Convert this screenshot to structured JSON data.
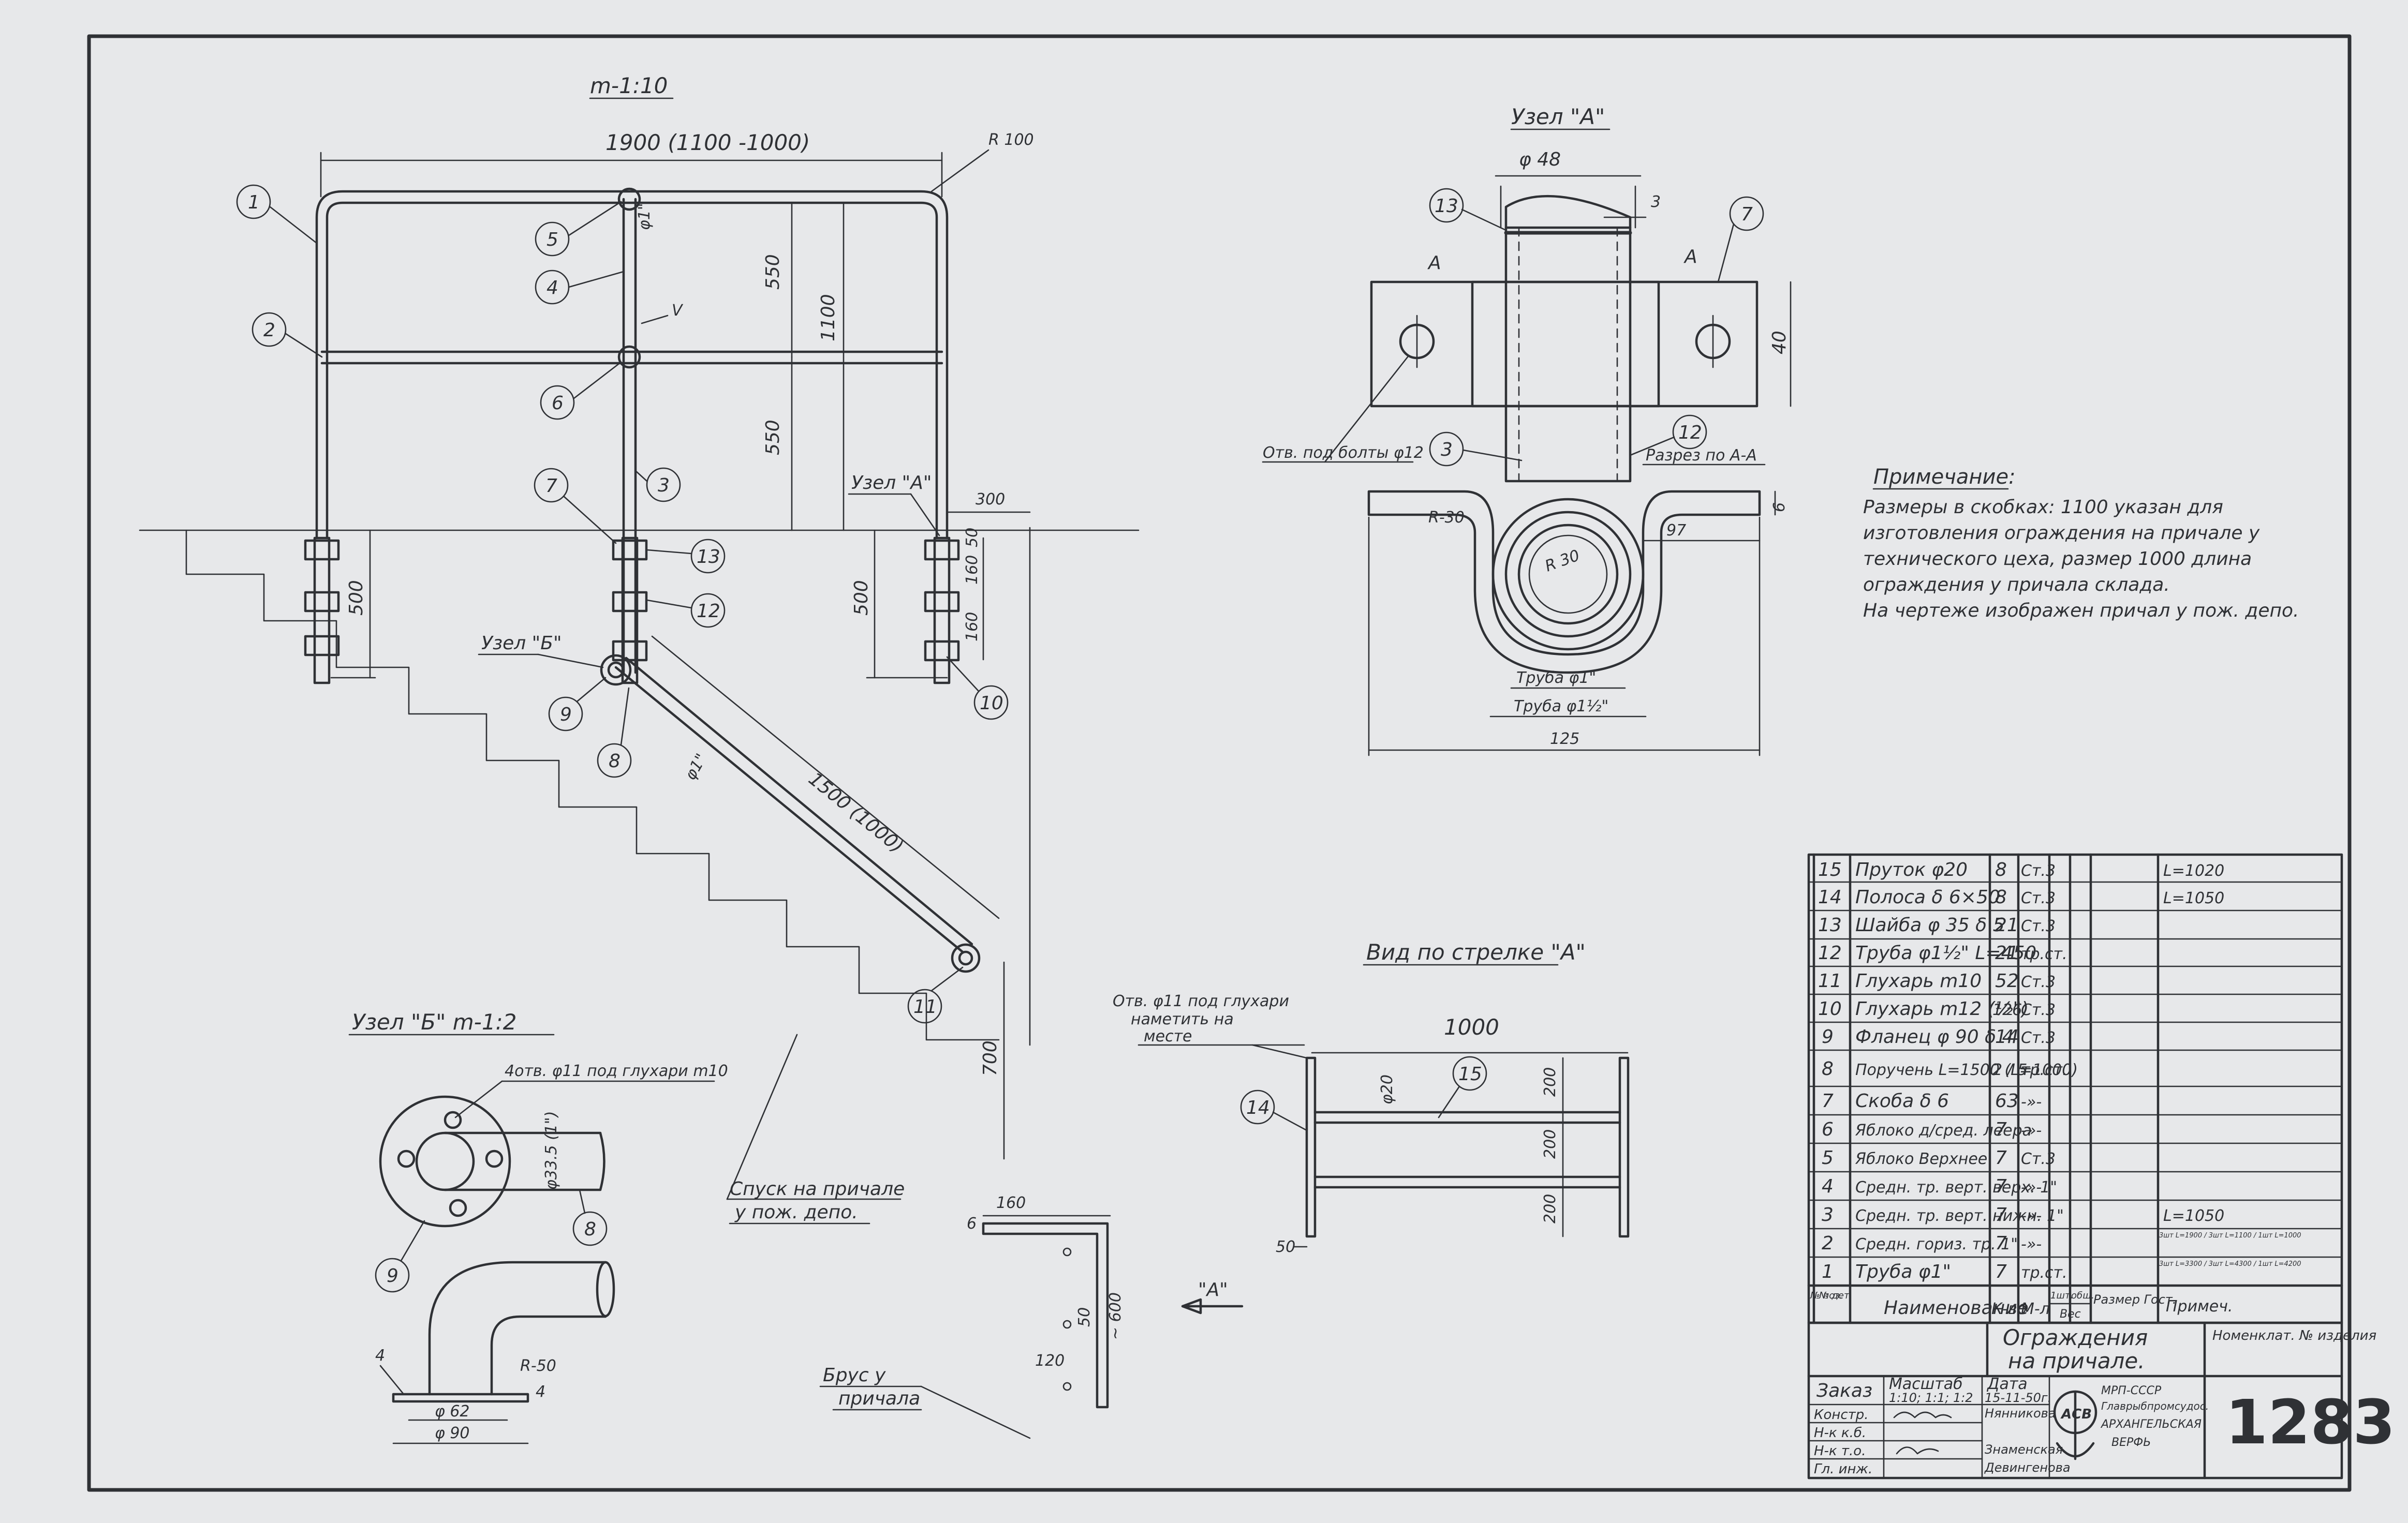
{
  "main_view": {
    "scale": "m-1:10",
    "overall_dim": "1900 (1100 -1000)",
    "radius": "R 100",
    "h550a": "550",
    "h550b": "550",
    "h1100": "1100",
    "h500a": "500",
    "h500b": "500",
    "h160a": "160",
    "h160b": "160",
    "h50": "50",
    "h300": "300",
    "h700": "700",
    "sloped_len": "1500 (1000)",
    "diam_pipe": "φ1\"",
    "diam_pipe2": "φ1\"",
    "weld": "V",
    "callout_a": "Узел \"А\"",
    "callout_b": "Узел \"Б\"",
    "ladder_note1": "Спуск на причале",
    "ladder_note2": "у пож. депо."
  },
  "balloons": [
    "1",
    "2",
    "3",
    "4",
    "5",
    "6",
    "7",
    "8",
    "9",
    "10",
    "11",
    "12",
    "13"
  ],
  "node_a": {
    "title": "Узел \"А\"",
    "d48": "φ 48",
    "dim3": "3",
    "dim40": "40",
    "sec_a1": "А",
    "sec_a2": "А",
    "hole_note": "Отв. под болты φ12",
    "section_label": "Разрез по А-А",
    "r30": "R-30",
    "r30b": "R 30",
    "dim6": "6",
    "dim97": "97",
    "tube1": "Труба φ1\"",
    "tube15": "Труба φ1½\"",
    "dim125": "125"
  },
  "note": {
    "title": "Примечание:",
    "lines": [
      "Размеры в скобках: 1100 указан для",
      "изготовления ограждения на причале у",
      "технического цеха, размер 1000 длина",
      "ограждения у причала склада.",
      "На чертеже изображен причал у пож. депо."
    ]
  },
  "node_b": {
    "title": "Узел \"Б\" m-1:2",
    "holes": "4отв. φ11 под глухари m10",
    "d335": "φ33.5 (1\")",
    "d62": "φ 62",
    "d90": "φ 90",
    "r50": "R-50",
    "dim4": "4",
    "dim4b": "4"
  },
  "view_a": {
    "title": "Вид по стрелке \"А\"",
    "hole_note1": "Отв. φ11 под глухари",
    "hole_note2": "наметить на",
    "hole_note3": "месте",
    "dim1000": "1000",
    "d20": "φ20",
    "d200a": "200",
    "d200b": "200",
    "d200c": "200",
    "dim50": "50"
  },
  "bracket": {
    "dim160": "160",
    "dim50": "50",
    "dim6": "6",
    "dim600": "~ 600",
    "dim120": "120",
    "arrow": "\"А\"",
    "note1": "Брус у",
    "note2": "причала"
  },
  "bom": {
    "rows": [
      {
        "pos": "15",
        "name": "Пруток φ20",
        "qty": "8",
        "mat": "Ст.3",
        "size": "L=1020"
      },
      {
        "pos": "14",
        "name": "Полоса δ 6×50",
        "qty": "8",
        "mat": "Ст.3",
        "size": "L=1050"
      },
      {
        "pos": "13",
        "name": "Шайба φ 35 δ 5",
        "qty": "21",
        "mat": "Ст.3",
        "size": ""
      },
      {
        "pos": "12",
        "name": "Труба φ1½\" L=450",
        "qty": "21",
        "mat": "тр.ст.",
        "size": ""
      },
      {
        "pos": "11",
        "name": "Глухарь m10",
        "qty": "52",
        "mat": "Ст.3",
        "size": ""
      },
      {
        "pos": "10",
        "name": "Глухарь m12 (½\")",
        "qty": "126",
        "mat": "Ст.3",
        "size": ""
      },
      {
        "pos": "9",
        "name": "Фланец φ 90 δ 4",
        "qty": "14",
        "mat": "Ст.3",
        "size": ""
      },
      {
        "pos": "8",
        "name": "Поручень L=1500 (L=1000)",
        "qty": "2 / 5",
        "mat": "тр.ст.",
        "size": ""
      },
      {
        "pos": "7",
        "name": "Скоба δ 6",
        "qty": "63",
        "mat": "-»-",
        "size": ""
      },
      {
        "pos": "6",
        "name": "Яблоко д/сред. леера",
        "qty": "7",
        "mat": "-»-",
        "size": ""
      },
      {
        "pos": "5",
        "name": "Яблоко Верхнее",
        "qty": "7",
        "mat": "Ст.3",
        "size": ""
      },
      {
        "pos": "4",
        "name": "Средн. тр. верт. верх. 1\"",
        "qty": "7",
        "mat": "-»-",
        "size": ""
      },
      {
        "pos": "3",
        "name": "Средн. тр. верт. нижн. 1\"",
        "qty": "7",
        "mat": "-»-",
        "size": "L=1050"
      },
      {
        "pos": "2",
        "name": "Средн. гориз. тр. 1\"",
        "qty": "7",
        "mat": "-»-",
        "size": "3шт L=1900 / 3шт L=1100 / 1шт L=1000"
      },
      {
        "pos": "1",
        "name": "Труба φ1\"",
        "qty": "7",
        "mat": "тр.ст.",
        "size": "3шт L=3300 / 3шт L=4300 / 1шт L=4200"
      }
    ],
    "headers": {
      "pos": "№ поз.",
      "det": "№ дет.",
      "name": "Наименование",
      "qty": "К-во",
      "mat": "М-л",
      "w1": "1шт.",
      "w2": "общ.",
      "weight": "Вес",
      "size": "Размер Гост.",
      "remark": "Примеч."
    }
  },
  "title_block": {
    "title1": "Ограждения",
    "title2": "на причале.",
    "nomen": "Номенклат. № изделия",
    "zakaz": "Заказ",
    "masshtab": "Масштаб",
    "scales": "1:10; 1:1; 1:2",
    "data_label": "Дата",
    "date": "15-11-50г.",
    "r1": "Констр.",
    "r2": "Н-к к.б.",
    "r3": "Н-к т.о.",
    "r4": "Гл. инж.",
    "n1": "Нянникова",
    "n2": "Знаменская",
    "n3": "Девингенова",
    "org1": "МРП-СССР",
    "org2": "Главрыбпромсудос.",
    "org3": "АРХАНГЕЛЬСКАЯ",
    "org4": "ВЕРФЬ",
    "logo": "АСВ",
    "number": "1283"
  }
}
